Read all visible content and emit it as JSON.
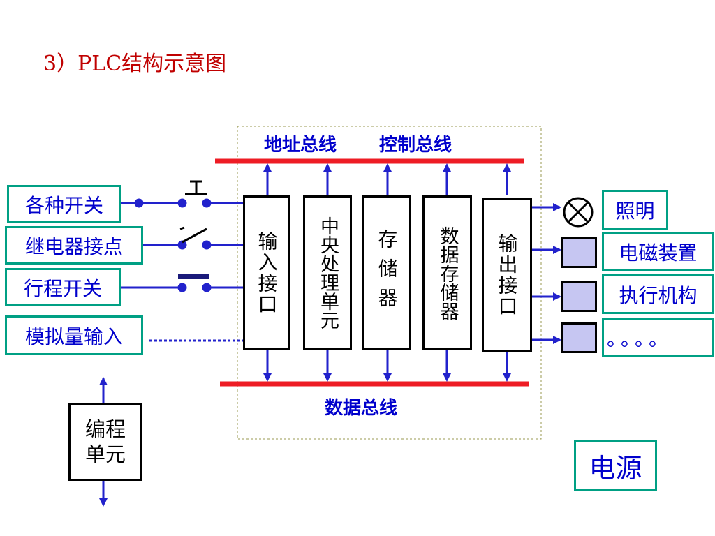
{
  "title": "3）PLC结构示意图",
  "bus_labels": {
    "address": "地址总线",
    "control": "控制总线",
    "data": "数据总线"
  },
  "inputs": [
    "各种开关",
    "继电器接点",
    "行程开关",
    "模拟量输入"
  ],
  "modules": [
    "输入接口",
    "中央处理单元",
    "存储器",
    "数据存储器",
    "输出接口"
  ],
  "outputs": [
    "照明",
    "电磁装置",
    "执行机构",
    "。。。。"
  ],
  "programming_unit": {
    "line1": "编程",
    "line2": "单元"
  },
  "power": "电源",
  "colors": {
    "bus": "#ee1c24",
    "arrow": "#2222cc",
    "box_border": "#00a084",
    "label_text": "#0000cc",
    "title_text": "#c00000",
    "output_square": "#c6c6f2"
  }
}
